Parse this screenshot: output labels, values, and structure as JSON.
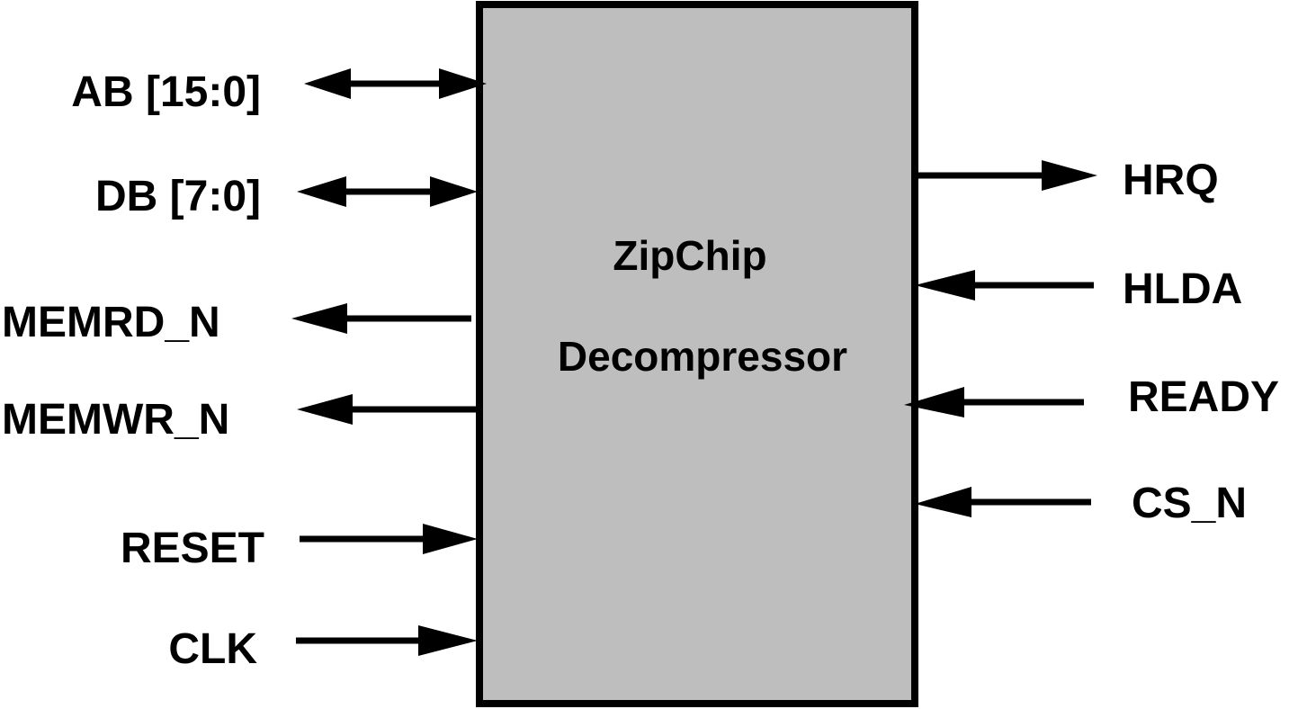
{
  "block": {
    "title_line1": "ZipChip",
    "title_line2": "Decompressor",
    "fill_color": "#bebebe",
    "border_color": "#000000"
  },
  "signals": {
    "ab": {
      "label": "AB [15:0]",
      "direction": "bidirectional"
    },
    "db": {
      "label": "DB [7:0]",
      "direction": "bidirectional"
    },
    "memrd_n": {
      "label": "MEMRD_N",
      "direction": "output"
    },
    "memwr_n": {
      "label": "MEMWR_N",
      "direction": "output"
    },
    "reset": {
      "label": "RESET",
      "direction": "input"
    },
    "clk": {
      "label": "CLK",
      "direction": "input"
    },
    "hrq": {
      "label": "HRQ",
      "direction": "output"
    },
    "hlda": {
      "label": "HLDA",
      "direction": "input"
    },
    "ready": {
      "label": "READY",
      "direction": "input"
    },
    "cs_n": {
      "label": "CS_N",
      "direction": "input"
    }
  }
}
